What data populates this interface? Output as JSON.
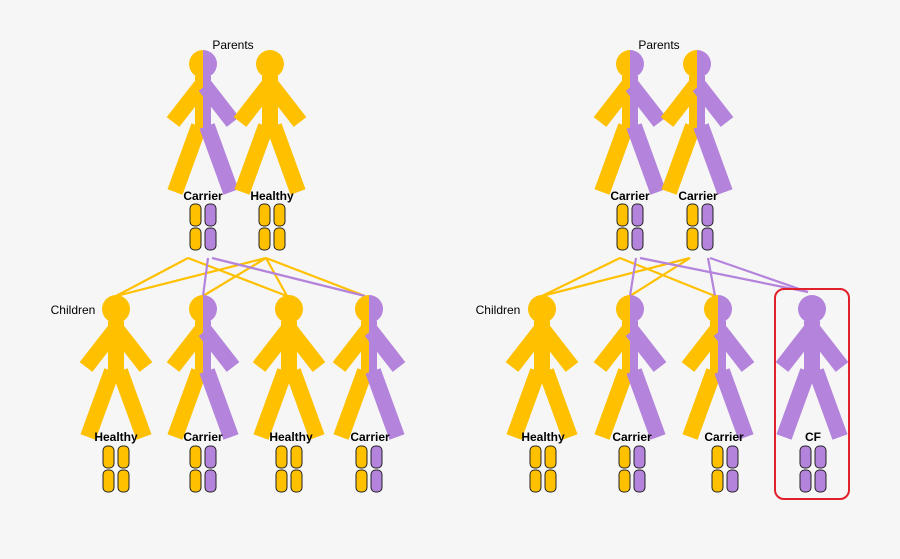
{
  "colors": {
    "dominant": "#ffc000",
    "recessive": "#b483db",
    "highlight": "#e0202a",
    "background": "#f6f6f6"
  },
  "left_panel": {
    "parents_label": "Parents",
    "children_label": "Children",
    "parents": [
      {
        "status": "Carrier",
        "alleles": [
          "dominant",
          "recessive"
        ]
      },
      {
        "status": "Healthy",
        "alleles": [
          "dominant",
          "dominant"
        ]
      }
    ],
    "children": [
      {
        "status": "Healthy",
        "alleles": [
          "dominant",
          "dominant"
        ]
      },
      {
        "status": "Carrier",
        "alleles": [
          "dominant",
          "recessive"
        ]
      },
      {
        "status": "Healthy",
        "alleles": [
          "dominant",
          "dominant"
        ]
      },
      {
        "status": "Carrier",
        "alleles": [
          "dominant",
          "recessive"
        ]
      }
    ]
  },
  "right_panel": {
    "parents_label": "Parents",
    "children_label": "Children",
    "parents": [
      {
        "status": "Carrier",
        "alleles": [
          "dominant",
          "recessive"
        ]
      },
      {
        "status": "Carrier",
        "alleles": [
          "dominant",
          "recessive"
        ]
      }
    ],
    "children": [
      {
        "status": "Healthy",
        "alleles": [
          "dominant",
          "dominant"
        ]
      },
      {
        "status": "Carrier",
        "alleles": [
          "dominant",
          "recessive"
        ]
      },
      {
        "status": "Carrier",
        "alleles": [
          "dominant",
          "recessive"
        ]
      },
      {
        "status": "CF",
        "alleles": [
          "recessive",
          "recessive"
        ],
        "highlighted": true
      }
    ]
  }
}
